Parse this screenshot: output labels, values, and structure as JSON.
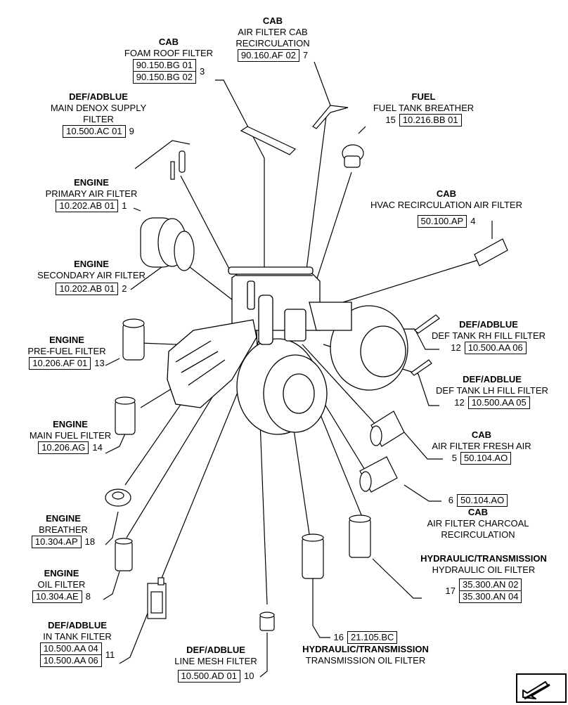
{
  "callouts": [
    {
      "id": "c7",
      "category": "CAB",
      "lines": [
        "AIR FILTER CAB",
        "RECIRCULATION"
      ],
      "refs": [
        "90.160.AF 02"
      ],
      "num": "7"
    },
    {
      "id": "c3",
      "category": "CAB",
      "lines": [
        "FOAM ROOF FILTER"
      ],
      "refs": [
        "90.150.BG 01",
        "90.150.BG 02"
      ],
      "num": "3"
    },
    {
      "id": "c9",
      "category": "DEF/ADBLUE",
      "lines": [
        "MAIN DENOX SUPPLY",
        "FILTER"
      ],
      "refs": [
        "10.500.AC 01"
      ],
      "num": "9"
    },
    {
      "id": "c15",
      "category": "FUEL",
      "lines": [
        "FUEL TANK BREATHER"
      ],
      "refs": [
        "10.216.BB 01"
      ],
      "num": "15"
    },
    {
      "id": "c1",
      "category": "ENGINE",
      "lines": [
        "PRIMARY AIR FILTER"
      ],
      "refs": [
        "10.202.AB 01"
      ],
      "num": "1"
    },
    {
      "id": "c4",
      "category": "CAB",
      "lines": [
        "HVAC RECIRCULATION AIR FILTER"
      ],
      "refs": [
        "50.100.AP"
      ],
      "num": "4"
    },
    {
      "id": "c2",
      "category": "ENGINE",
      "lines": [
        "SECONDARY AIR FILTER"
      ],
      "refs": [
        "10.202.AB 01"
      ],
      "num": "2"
    },
    {
      "id": "c12a",
      "category": "DEF/ADBLUE",
      "lines": [
        "DEF TANK RH FILL FILTER"
      ],
      "refs": [
        "10.500.AA 06"
      ],
      "num": "12"
    },
    {
      "id": "c13",
      "category": "ENGINE",
      "lines": [
        "PRE-FUEL FILTER"
      ],
      "refs": [
        "10.206.AF 01"
      ],
      "num": "13"
    },
    {
      "id": "c12b",
      "category": "DEF/ADBLUE",
      "lines": [
        "DEF TANK LH FILL FILTER"
      ],
      "refs": [
        "10.500.AA 05"
      ],
      "num": "12"
    },
    {
      "id": "c14",
      "category": "ENGINE",
      "lines": [
        "MAIN FUEL FILTER"
      ],
      "refs": [
        "10.206.AG"
      ],
      "num": "14"
    },
    {
      "id": "c5",
      "category": "CAB",
      "lines": [
        "AIR FILTER FRESH AIR"
      ],
      "refs": [
        "50.104.AO"
      ],
      "num": "5"
    },
    {
      "id": "c6",
      "category": "CAB",
      "lines": [
        "AIR FILTER CHARCOAL",
        "RECIRCULATION"
      ],
      "refs": [
        "50.104.AO"
      ],
      "num": "6"
    },
    {
      "id": "c18",
      "category": "ENGINE",
      "lines": [
        "BREATHER"
      ],
      "refs": [
        "10.304.AP"
      ],
      "num": "18"
    },
    {
      "id": "c17",
      "category": "HYDRAULIC/TRANSMISSION",
      "lines": [
        "HYDRAULIC OIL FILTER"
      ],
      "refs": [
        "35.300.AN 02",
        "35.300.AN 04"
      ],
      "num": "17"
    },
    {
      "id": "c8",
      "category": "ENGINE",
      "lines": [
        "OIL FILTER"
      ],
      "refs": [
        "10.304.AE"
      ],
      "num": "8"
    },
    {
      "id": "c11",
      "category": "DEF/ADBLUE",
      "lines": [
        "IN TANK FILTER"
      ],
      "refs": [
        "10.500.AA 04",
        "10.500.AA 06"
      ],
      "num": "11"
    },
    {
      "id": "c16",
      "category": "HYDRAULIC/TRANSMISSION",
      "lines": [
        "TRANSMISSION OIL FILTER"
      ],
      "refs": [
        "21.105.BC"
      ],
      "num": "16"
    },
    {
      "id": "c10",
      "category": "DEF/ADBLUE",
      "lines": [
        "LINE MESH FILTER"
      ],
      "refs": [
        "10.500.AD 01"
      ],
      "num": "10"
    }
  ]
}
